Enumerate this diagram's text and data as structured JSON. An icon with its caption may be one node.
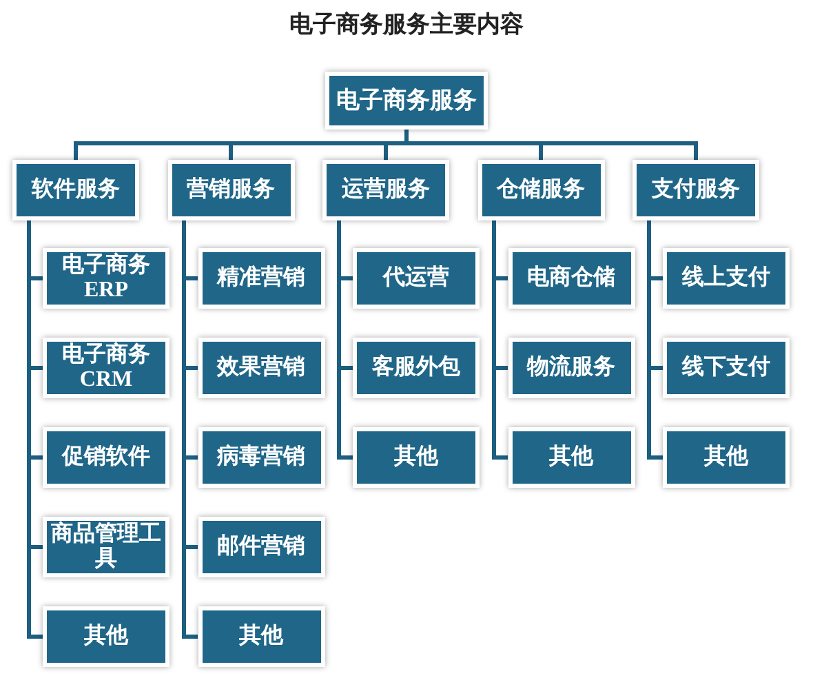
{
  "diagram": {
    "title": "电子商务服务主要内容",
    "nodes": [
      {
        "text": [
          "电子商务服务"
        ]
      },
      {
        "text": [
          "软件服务"
        ]
      },
      {
        "text": [
          "营销服务"
        ]
      },
      {
        "text": [
          "运营服务"
        ]
      },
      {
        "text": [
          "仓储服务"
        ]
      },
      {
        "text": [
          "支付服务"
        ]
      },
      {
        "text": [
          "电子商务 ERP"
        ]
      },
      {
        "text": [
          "电子商务 CRM"
        ]
      },
      {
        "text": [
          "促销软件"
        ]
      },
      {
        "text": [
          "商品管理工具"
        ]
      },
      {
        "text": [
          "其他"
        ]
      },
      {
        "text": [
          "精准营销"
        ]
      },
      {
        "text": [
          "效果营销"
        ]
      },
      {
        "text": [
          "病毒营销"
        ]
      },
      {
        "text": [
          "邮件营销"
        ]
      },
      {
        "text": [
          "其他"
        ]
      },
      {
        "text": [
          "代运营"
        ]
      },
      {
        "text": [
          "客服外包"
        ]
      },
      {
        "text": [
          "其他"
        ]
      },
      {
        "text": [
          "电商仓储"
        ]
      },
      {
        "text": [
          "物流服务"
        ]
      },
      {
        "text": [
          "其他"
        ]
      },
      {
        "text": [
          "线上支付"
        ]
      },
      {
        "text": [
          "线下支付"
        ]
      },
      {
        "text": [
          "其他"
        ]
      }
    ],
    "edges": [
      {
        "from": 0,
        "to": 1,
        "arrow": "none"
      },
      {
        "from": 0,
        "to": 2,
        "arrow": "none"
      },
      {
        "from": 0,
        "to": 3,
        "arrow": "none"
      },
      {
        "from": 0,
        "to": 4,
        "arrow": "none"
      },
      {
        "from": 0,
        "to": 5,
        "arrow": "none"
      },
      {
        "from": 1,
        "to": 6,
        "arrow": "none"
      },
      {
        "from": 1,
        "to": 7,
        "arrow": "none"
      },
      {
        "from": 1,
        "to": 8,
        "arrow": "none"
      },
      {
        "from": 1,
        "to": 9,
        "arrow": "none"
      },
      {
        "from": 1,
        "to": 10,
        "arrow": "none"
      },
      {
        "from": 2,
        "to": 11,
        "arrow": "none"
      },
      {
        "from": 2,
        "to": 12,
        "arrow": "none"
      },
      {
        "from": 2,
        "to": 13,
        "arrow": "none"
      },
      {
        "from": 2,
        "to": 14,
        "arrow": "none"
      },
      {
        "from": 2,
        "to": 15,
        "arrow": "none"
      },
      {
        "from": 3,
        "to": 16,
        "arrow": "none"
      },
      {
        "from": 3,
        "to": 17,
        "arrow": "none"
      },
      {
        "from": 3,
        "to": 18,
        "arrow": "none"
      },
      {
        "from": 4,
        "to": 19,
        "arrow": "none"
      },
      {
        "from": 4,
        "to": 20,
        "arrow": "none"
      },
      {
        "from": 4,
        "to": 21,
        "arrow": "none"
      },
      {
        "from": 5,
        "to": 22,
        "arrow": "none"
      },
      {
        "from": 5,
        "to": 23,
        "arrow": "none"
      },
      {
        "from": 5,
        "to": 24,
        "arrow": "none"
      }
    ]
  }
}
